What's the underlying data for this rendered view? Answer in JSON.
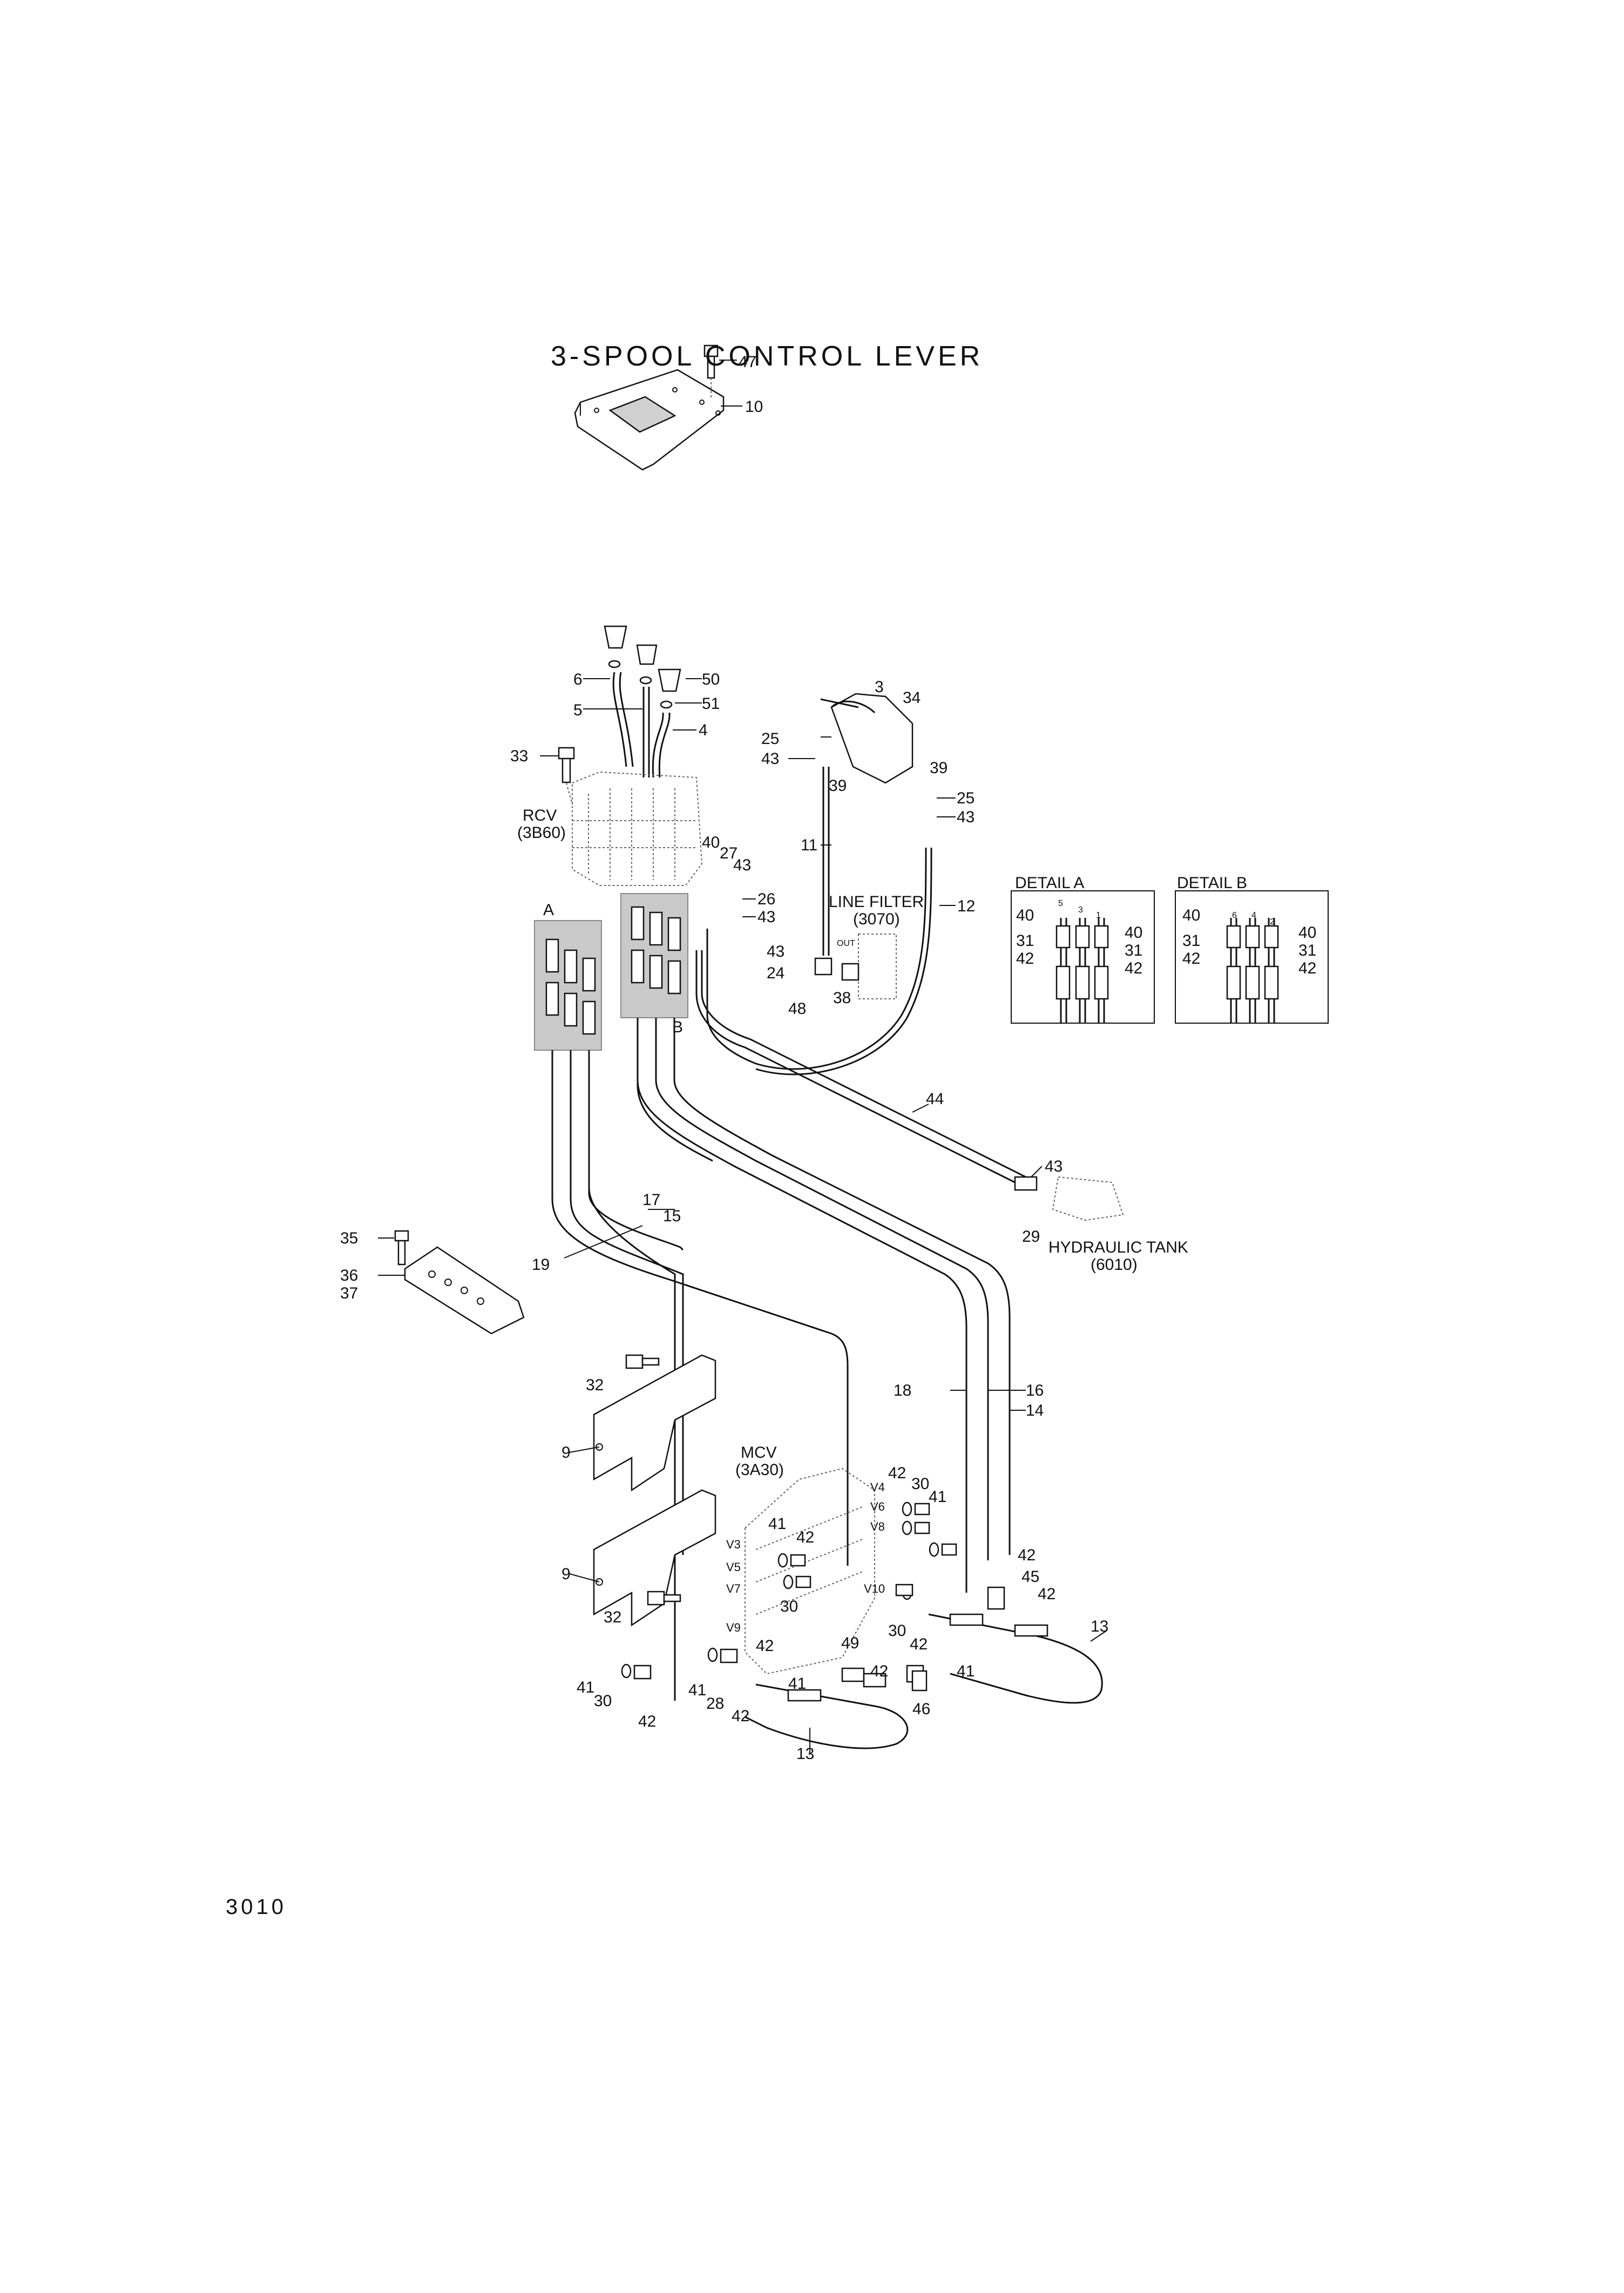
{
  "title": "3-SPOOL CONTROL LEVER",
  "page_number": "3010",
  "labels": {
    "rcv": "RCV",
    "rcv_ref": "(3B60)",
    "line_filter": "LINE FILTER",
    "line_filter_ref": "(3070)",
    "out": "OUT",
    "hyd_tank": "HYDRAULIC TANK",
    "hyd_tank_ref": "(6010)",
    "mcv": "MCV",
    "mcv_ref": "(3A30)",
    "detail_a": "DETAIL A",
    "detail_b": "DETAIL B",
    "a": "A",
    "b": "B",
    "v3": "V3",
    "v4": "V4",
    "v5": "V5",
    "v6": "V6",
    "v7": "V7",
    "v8": "V8",
    "v9": "V9",
    "v10": "V10"
  },
  "callouts": {
    "c47": "47",
    "c10": "10",
    "c6": "6",
    "c50": "50",
    "c5": "5",
    "c51": "51",
    "c4": "4",
    "c33": "33",
    "c3": "3",
    "c34": "34",
    "c25a": "25",
    "c43a": "43",
    "c39a": "39",
    "c39b": "39",
    "c25b": "25",
    "c43b": "43",
    "c11": "11",
    "c40": "40",
    "c27": "27",
    "c43c": "43",
    "c26": "26",
    "c43d": "43",
    "c12": "12",
    "c43e": "43",
    "c24": "24",
    "c38": "38",
    "c48": "48",
    "c44": "44",
    "c43f": "43",
    "c29": "29",
    "c17": "17",
    "c15": "15",
    "c19": "19",
    "c35": "35",
    "c36": "36",
    "c37": "37",
    "c32a": "32",
    "c18": "18",
    "c16": "16",
    "c14": "14",
    "c9a": "9",
    "c9b": "9",
    "c32b": "32",
    "c42a": "42",
    "c30a": "30",
    "c41a": "41",
    "c42b": "42",
    "c45": "45",
    "c42c": "42",
    "c13a": "13",
    "c41b": "41",
    "c42d": "42",
    "c30b": "30",
    "c42e": "42",
    "c41c": "41",
    "c30c": "30",
    "c42f": "42",
    "c49": "49",
    "c41d": "41",
    "c42g": "42",
    "c46": "46",
    "c41e": "41",
    "c30d": "30",
    "c42h": "42",
    "c41f": "41",
    "c28": "28",
    "c42i": "42",
    "c13b": "13",
    "da_40": "40",
    "da_31": "31",
    "da_42": "42",
    "da_40r": "40",
    "da_31r": "31",
    "da_42r": "42",
    "da_5": "5",
    "da_3": "3",
    "da_1": "1",
    "db_40": "40",
    "db_31": "31",
    "db_42": "42",
    "db_40r": "40",
    "db_31r": "31",
    "db_42r": "42",
    "db_6": "6",
    "db_4": "4",
    "db_2": "2"
  }
}
